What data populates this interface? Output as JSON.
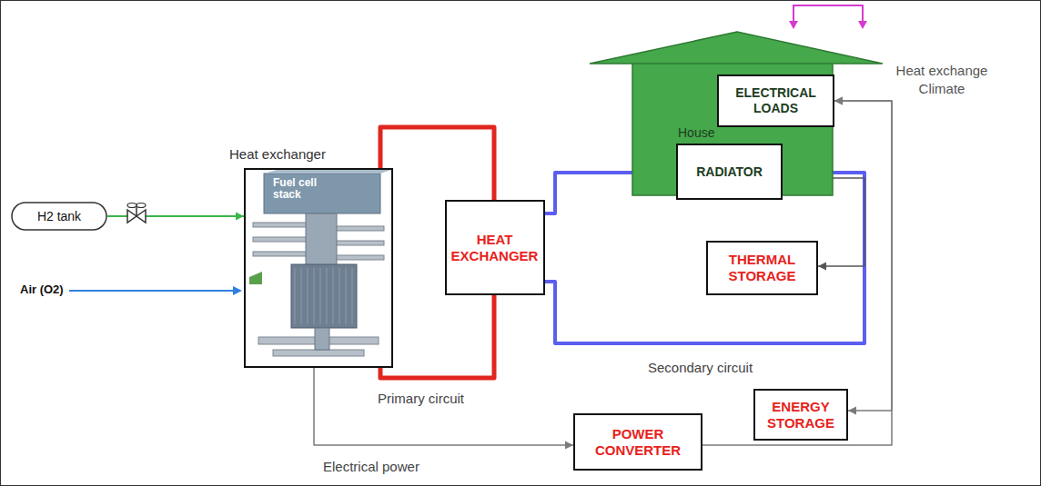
{
  "diagram": {
    "nodes": [
      {
        "text": [
          "Heat exchanger",
          "Fuel cell stack"
        ]
      },
      {
        "text": [
          "HEAT EXCHANGER"
        ]
      },
      {
        "text": [
          "House"
        ]
      },
      {
        "text": [
          "ELECTRICAL LOADS"
        ],
        "in": 2
      },
      {
        "text": [
          "RADIATOR"
        ],
        "in": 2
      },
      {
        "text": [
          "THERMAL STORAGE"
        ]
      },
      {
        "text": [
          "ENERGY STORAGE"
        ]
      },
      {
        "text": [
          "POWER CONVERTER"
        ]
      },
      {
        "text": [
          "H2 tank"
        ]
      }
    ],
    "edges": [
      {
        "from": 8,
        "to": 0,
        "arrow": "to"
      },
      {
        "from": 0,
        "to": 1,
        "arrow": "none"
      },
      {
        "from": 0,
        "to": 1,
        "arrow": "none"
      },
      {
        "from": 1,
        "to": 4,
        "arrow": "none"
      },
      {
        "from": 4,
        "to": 1,
        "arrow": "none"
      },
      {
        "from": 5,
        "to": 4,
        "arrow": "both"
      },
      {
        "from": 0,
        "to": 7,
        "arrow": "to"
      },
      {
        "from": 7,
        "to": 3,
        "arrow": "to"
      },
      {
        "from": 6,
        "to": 3,
        "arrow": "both"
      }
    ],
    "labels": [
      "Air (O2)",
      "Primary circuit",
      "Secondary circuit",
      "Electrical power",
      "Heat exchange Climate"
    ]
  }
}
